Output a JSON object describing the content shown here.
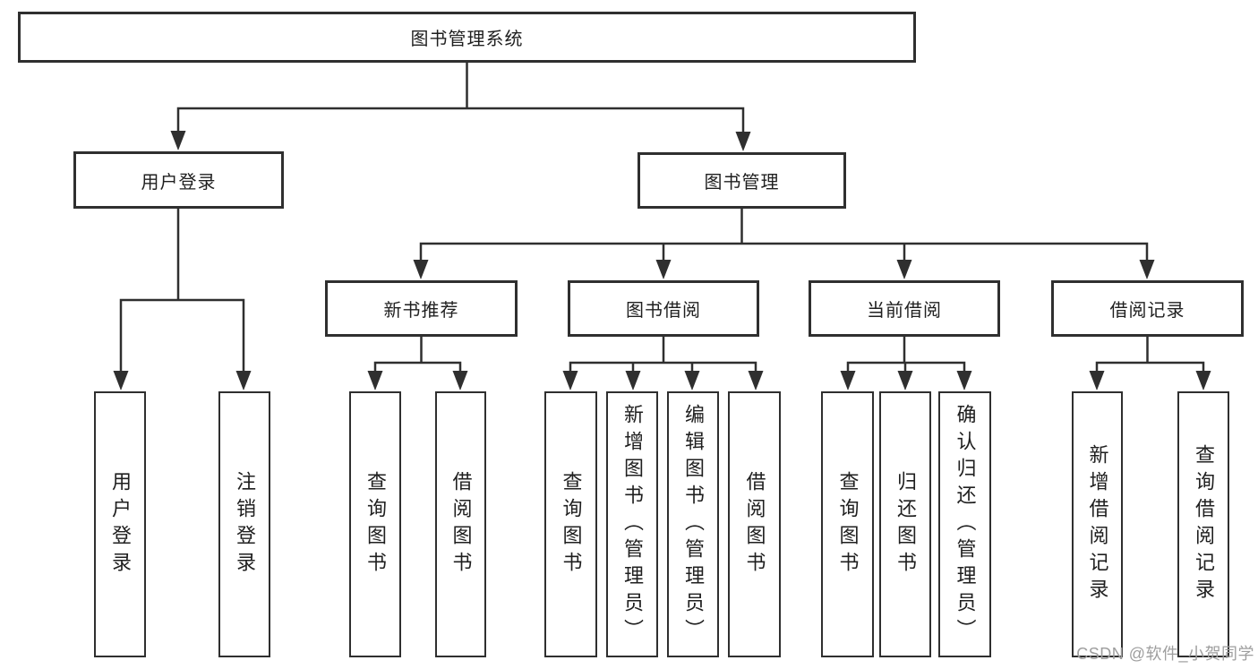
{
  "tree": {
    "label": "图书管理系统",
    "children": [
      {
        "label": "用户登录",
        "children": [
          {
            "label": "用户登录"
          },
          {
            "label": "注销登录"
          }
        ]
      },
      {
        "label": "图书管理",
        "children": [
          {
            "label": "新书推荐",
            "children": [
              {
                "label": "查询图书"
              },
              {
                "label": "借阅图书"
              }
            ]
          },
          {
            "label": "图书借阅",
            "children": [
              {
                "label": "查询图书"
              },
              {
                "label": "新增图书（管理员）"
              },
              {
                "label": "编辑图书（管理员）"
              },
              {
                "label": "借阅图书"
              }
            ]
          },
          {
            "label": "当前借阅",
            "children": [
              {
                "label": "查询图书"
              },
              {
                "label": "归还图书"
              },
              {
                "label": "确认归还（管理员）"
              }
            ]
          },
          {
            "label": "借阅记录",
            "children": [
              {
                "label": "新增借阅记录"
              },
              {
                "label": "查询借阅记录"
              }
            ]
          }
        ]
      }
    ]
  },
  "watermark": "CSDN @软件_小贺同学",
  "colors": {
    "line": "#2f2f2f",
    "node_border": "#2f2f2f",
    "node_fill": "#ffffff",
    "text": "#1f1f1f",
    "watermark": "#9e9e9e",
    "background": "#ffffff"
  }
}
